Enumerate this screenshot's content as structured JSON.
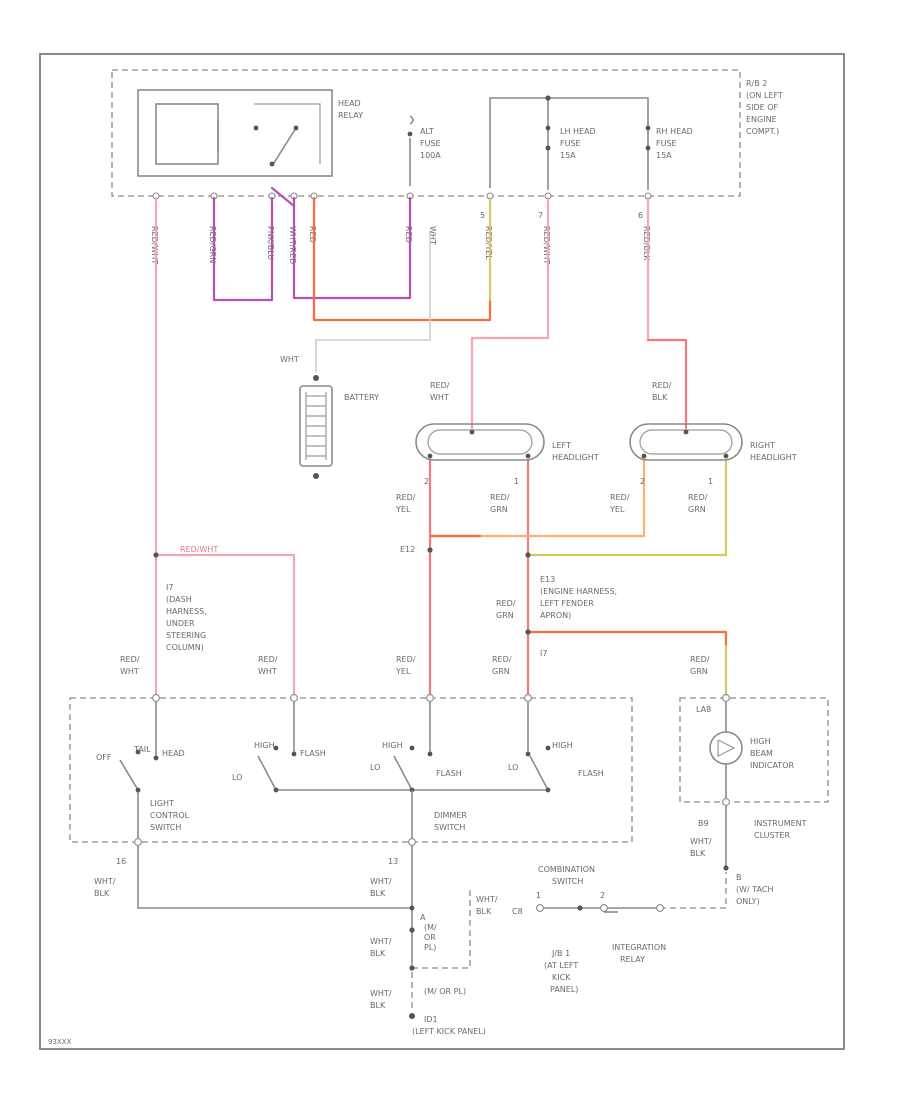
{
  "diagram_code": "93XXX",
  "colors": {
    "red": "#f27a7a",
    "pink": "#f6a6b2",
    "purple": "#b451b5",
    "orange_red": "#ff6a3d",
    "orange": "#ffb070",
    "yellow": "#d9c760",
    "white": "#cfcfcf"
  },
  "fuse_box": {
    "head_relay": [
      "HEAD",
      "RELAY"
    ],
    "alt_fuse": [
      "ALT",
      "FUSE",
      "100A"
    ],
    "lh_head_fuse": [
      "LH HEAD",
      "FUSE",
      "15A"
    ],
    "rh_head_fuse": [
      "RH HEAD",
      "FUSE",
      "15A"
    ],
    "location": [
      "R/B 2",
      "(ON LEFT",
      "SIDE OF",
      "ENGINE",
      "COMPT.)"
    ],
    "pin_labels": [
      "5",
      "7",
      "6"
    ],
    "wire_codes": [
      "RED/WHT",
      "RED/GRN",
      "PNK/BLU",
      "WHT/RED",
      "RED",
      "WHT",
      "RED/YEL",
      "RED/WHT",
      "RED/BLK"
    ]
  },
  "battery": {
    "wire": "WHT",
    "label": "BATTERY"
  },
  "left_headlight": {
    "label": [
      "LEFT",
      "HEADLIGHT"
    ],
    "input_wire": [
      "RED/",
      "WHT"
    ],
    "pins": [
      "2",
      "1"
    ],
    "outputs": [
      [
        "RED/",
        "YEL"
      ],
      [
        "RED/",
        "GRN"
      ]
    ]
  },
  "right_headlight": {
    "label": [
      "RIGHT",
      "HEADLIGHT"
    ],
    "input_wire": [
      "RED/",
      "BLK"
    ],
    "pins": [
      "2",
      "1"
    ],
    "outputs": [
      [
        "RED/",
        "YEL"
      ],
      [
        "RED/",
        "GRN"
      ]
    ]
  },
  "splices": {
    "e12": "E12",
    "e13": [
      "E13",
      "(ENGINE HARNESS,",
      "LEFT FENDER",
      "APRON)"
    ],
    "e13_wire": [
      "RED/",
      "GRN"
    ],
    "i7": [
      "I7",
      "(DASH",
      "HARNESS,",
      "UNDER",
      "STEERING",
      "COLUMN)"
    ],
    "i7_wire": "RED/WHT",
    "p7": "I7"
  },
  "switch": {
    "wires": [
      [
        "RED/",
        "WHT"
      ],
      [
        "RED/",
        "WHT"
      ],
      [
        "RED/",
        "YEL"
      ],
      [
        "RED/",
        "GRN"
      ]
    ],
    "light_contacts": [
      "OFF",
      "TAIL",
      "HEAD"
    ],
    "flash_contacts": [
      "HIGH",
      "FLASH"
    ],
    "dimmer_contacts_1": [
      "LO",
      "HIGH",
      "FLASH"
    ],
    "dimmer_contacts_2": [
      "LO",
      "HIGH",
      "FLASH"
    ],
    "lo_label": "LO",
    "light_control": [
      "LIGHT",
      "CONTROL",
      "SWITCH"
    ],
    "dimmer": [
      "DIMMER",
      "SWITCH"
    ],
    "pin_left": "16",
    "pin_right": "13",
    "ground_wires": [
      [
        "WHT/",
        "BLK"
      ],
      [
        "WHT/",
        "BLK"
      ]
    ]
  },
  "instrument_cluster": {
    "wire": [
      "RED/",
      "GRN"
    ],
    "pin": "LA8",
    "indicator": [
      "HIGH",
      "BEAM",
      "INDICATOR"
    ],
    "label": [
      "INSTRUMENT",
      "CLUSTER"
    ],
    "out_pin": "B9",
    "out_wire": [
      "WHT/",
      "BLK"
    ],
    "tach_note": [
      "B",
      "(W/ TACH",
      "ONLY)"
    ]
  },
  "combination": {
    "label": [
      "COMBINATION",
      "SWITCH"
    ],
    "wire": [
      "WHT/",
      "BLK"
    ],
    "pin": "C8",
    "pins2": [
      "1",
      "2"
    ],
    "relay": [
      "INTEGRATION",
      "RELAY"
    ],
    "jb": [
      "J/B 1",
      "(AT LEFT",
      "KICK",
      "PANEL)"
    ]
  },
  "ground": {
    "a_label": [
      "A",
      "(M/",
      "OR",
      "PL)"
    ],
    "b_label": "(M/ OR PL)",
    "wires": [
      [
        "WHT/",
        "BLK"
      ],
      [
        "WHT/",
        "BLK"
      ]
    ],
    "id": "ID1",
    "location": "(LEFT KICK PANEL)"
  }
}
